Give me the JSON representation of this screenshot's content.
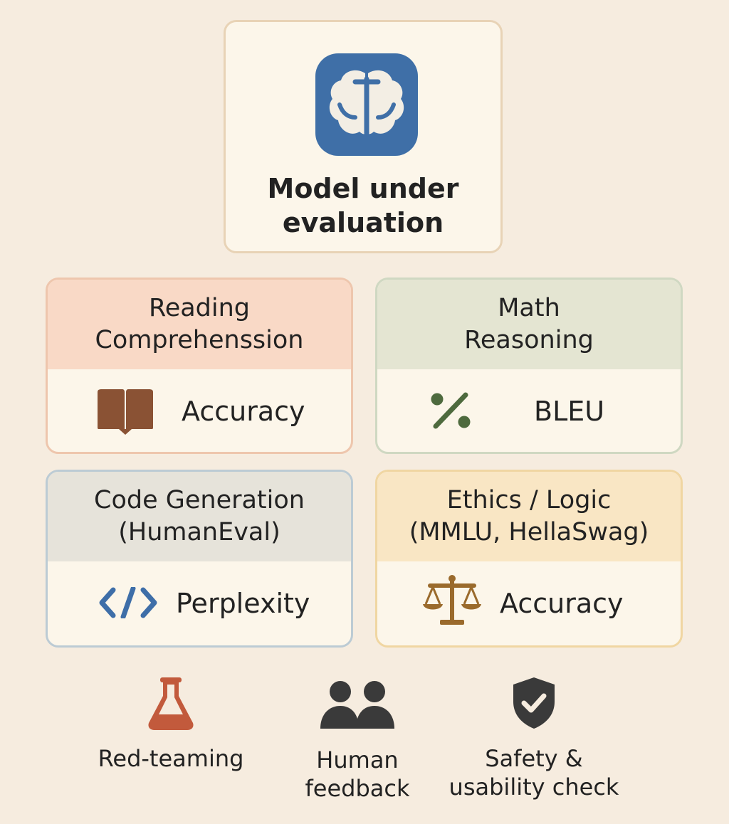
{
  "model": {
    "title": "Model under\nevaluation",
    "icon": "brain-icon",
    "tile_color": "#3f6fa7"
  },
  "benchmarks": [
    {
      "title": "Reading\nComprehenssion",
      "metric": "Accuracy",
      "icon": "book-icon",
      "icon_color": "#8a5234"
    },
    {
      "title": "Math\nReasoning",
      "metric": "BLEU",
      "icon": "percent-icon",
      "icon_color": "#4e6a3e"
    },
    {
      "title": "Code Generation\n(HumanEval)",
      "metric": "Perplexity",
      "icon": "code-icon",
      "icon_color": "#3e6ea8"
    },
    {
      "title": "Ethics / Logic\n(MMLU, HellaSwag)",
      "metric": "Accuracy",
      "icon": "scale-icon",
      "icon_color": "#9a6a2c"
    }
  ],
  "extras": [
    {
      "label": "Red-teaming",
      "icon": "flask-icon",
      "icon_color": "#c25a3c"
    },
    {
      "label": "Human\nfeedback",
      "icon": "people-icon",
      "icon_color": "#3a3a3a"
    },
    {
      "label": "Safety &\nusability check",
      "icon": "shield-check-icon",
      "icon_color": "#3a3a3a"
    }
  ]
}
